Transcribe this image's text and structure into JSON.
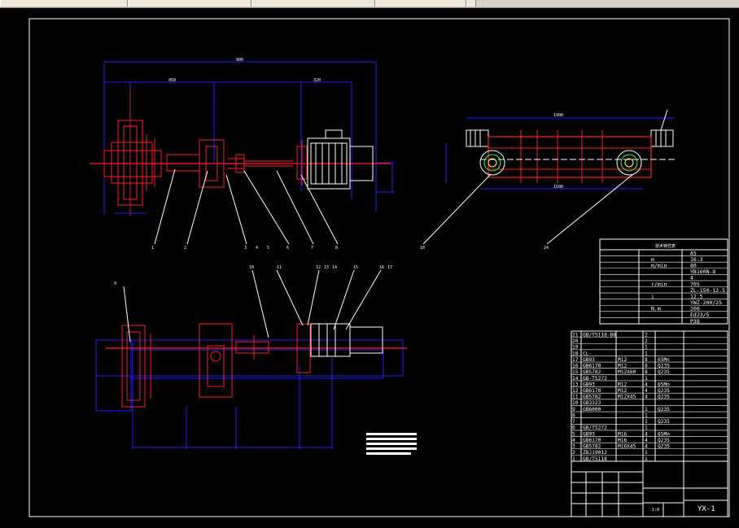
{
  "tabs": [
    "",
    "",
    "",
    "",
    "",
    ""
  ],
  "colors": {
    "background": "#000000",
    "red": "#ff2020",
    "blue": "#2020ff",
    "white": "#ffffff",
    "cyan": "#00ffff",
    "green": "#40ff40",
    "yellow": "#ffff40"
  },
  "drawing": {
    "drawing_number": "YX-1",
    "scale": "1:8",
    "part_balloons_top": [
      "1",
      "2",
      "3",
      "4",
      "5",
      "6",
      "7",
      "8"
    ],
    "part_balloons_right": [
      "10",
      "24"
    ],
    "part_balloons_bottom": [
      "9",
      "10",
      "11",
      "12",
      "13",
      "14",
      "15",
      "16",
      "17"
    ],
    "spec_table": {
      "title": "技术特性表",
      "rows": [
        [
          "",
          "",
          "A5"
        ],
        [
          "",
          "m",
          "16.3"
        ],
        [
          "",
          "m/min",
          "80"
        ],
        [
          "",
          "",
          "YB160N-8"
        ],
        [
          "",
          "",
          "4"
        ],
        [
          "",
          "r/min",
          "705"
        ],
        [
          "",
          "",
          "ZL-150-12.5"
        ],
        [
          "",
          "i",
          "12.5"
        ],
        [
          "",
          "",
          "YWZ-200/25"
        ],
        [
          "",
          "N.m",
          "200"
        ],
        [
          "",
          "",
          "Ed23/5"
        ],
        [
          "",
          "",
          "P38"
        ]
      ]
    },
    "parts_list": [
      [
        "21",
        "GB/T5118-86",
        "",
        "2",
        ""
      ],
      [
        "20",
        "",
        "",
        "2",
        ""
      ],
      [
        "19",
        "",
        "",
        "1",
        ""
      ],
      [
        "18",
        "CL-",
        "",
        "1",
        ""
      ],
      [
        "17",
        "GB93",
        "M12",
        "8",
        "65Mn"
      ],
      [
        "16",
        "GB6170",
        "M12",
        "8",
        "Q235"
      ],
      [
        "15",
        "GB5782",
        "M12X60",
        "8",
        "Q235"
      ],
      [
        "14",
        "GB-T5272",
        "",
        "1",
        ""
      ],
      [
        "13",
        "GB93",
        "M12",
        "4",
        "65Mn"
      ],
      [
        "12",
        "GB6170",
        "M12",
        "4",
        "Q235"
      ],
      [
        "11",
        "GB5782",
        "M12X45",
        "4",
        "Q235"
      ],
      [
        "10",
        "GB3323",
        "",
        "",
        ""
      ],
      [
        "9",
        "GB6000",
        "",
        "1",
        "Q235"
      ],
      [
        "8",
        "",
        "",
        "1",
        ""
      ],
      [
        "7",
        "",
        "",
        "1",
        "Q235"
      ],
      [
        "6",
        "GB/T5272",
        "",
        "1",
        ""
      ],
      [
        "5",
        "GB93",
        "M16",
        "4",
        "65Mn"
      ],
      [
        "4",
        "GB6170",
        "M16",
        "4",
        "Q235"
      ],
      [
        "3",
        "GB5782",
        "M16X45",
        "4",
        "Q235"
      ],
      [
        "2",
        "ZBJ19012",
        "",
        "1",
        ""
      ],
      [
        "1",
        "GB/T5118",
        "",
        "1",
        ""
      ]
    ]
  }
}
